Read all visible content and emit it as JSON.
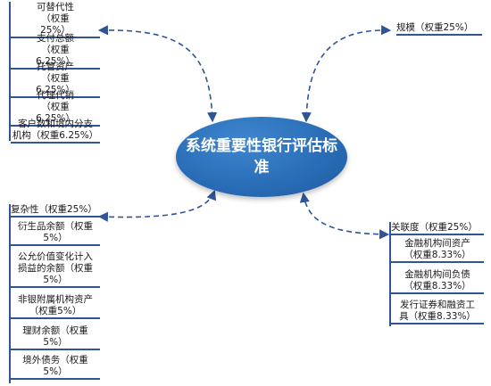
{
  "center": {
    "label": "系统重要性银行评估标准"
  },
  "groups": {
    "substitutability": {
      "items": [
        {
          "lines": [
            "可替代性",
            "（权重",
            "25%）"
          ]
        },
        {
          "lines": [
            "支付总额",
            "（权重",
            "6.25%）"
          ]
        },
        {
          "lines": [
            "托管资产",
            "（权重",
            "6.25%）"
          ]
        },
        {
          "lines": [
            "代理代销",
            "（权重",
            "6.25%）"
          ]
        },
        {
          "lines": [
            "客户数和境内分支",
            "机构（权重6.25%）"
          ]
        }
      ]
    },
    "size": {
      "label": "规模（权重25%）"
    },
    "complexity": {
      "header": "复杂性（权重25%）",
      "items": [
        {
          "lines": [
            "衍生品余额（权重",
            "5%）"
          ]
        },
        {
          "lines": [
            "公允价值变化计入",
            "损益的余额（权重",
            "5%）"
          ]
        },
        {
          "lines": [
            "非银附属机构资产",
            "（权重5%）"
          ]
        },
        {
          "lines": [
            "理财余额（权重",
            "5%）"
          ]
        },
        {
          "lines": [
            "境外债务（权重",
            "5%）"
          ]
        }
      ]
    },
    "interconnectedness": {
      "header": "关联度（权重25%）",
      "items": [
        {
          "lines": [
            "金融机构间资产",
            "（权重8.33%）"
          ]
        },
        {
          "lines": [
            "金融机构间负债",
            "（权重8.33%）"
          ]
        },
        {
          "lines": [
            "发行证券和融资工",
            "具（权重8.33%）"
          ]
        }
      ]
    }
  },
  "colors": {
    "accent": "#2f5597",
    "ellipse": "#2a6eb8",
    "ellipse_text": "#ffffff"
  }
}
